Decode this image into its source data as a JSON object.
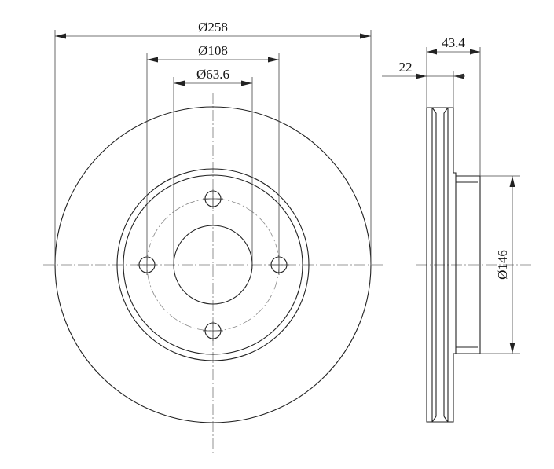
{
  "colors": {
    "line": "#222222",
    "center_line": "#777777",
    "background": "#ffffff"
  },
  "dimensions": {
    "outer_diameter": "Ø258",
    "bolt_circle_diameter": "Ø108",
    "center_bore_diameter": "Ø63.6",
    "total_height": "43.4",
    "disc_thickness": "22",
    "hat_diameter": "Ø146"
  }
}
